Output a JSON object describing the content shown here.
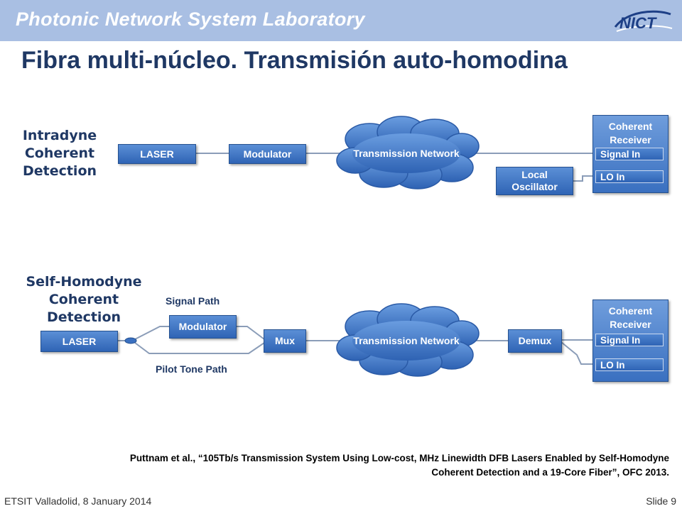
{
  "header": {
    "lab_name": "Photonic Network System Laboratory",
    "logo_text": "NICT"
  },
  "title": "Fibra multi-núcleo. Transmisión auto-homodina",
  "intradyne": {
    "label_lines": [
      "Intradyne",
      "Coherent",
      "Detection"
    ],
    "laser": "LASER",
    "modulator": "Modulator",
    "network": "Transmission Network",
    "local_oscillator_lines": [
      "Local",
      "Oscillator"
    ],
    "receiver_title_lines": [
      "Coherent",
      "Receiver"
    ],
    "signal_in": "Signal In",
    "lo_in": "LO In"
  },
  "self_homodyne": {
    "label_lines": [
      "Self-Homodyne",
      "Coherent",
      "Detection"
    ],
    "laser": "LASER",
    "signal_path": "Signal Path",
    "modulator": "Modulator",
    "pilot_tone_path": "Pilot Tone Path",
    "mux": "Mux",
    "network": "Transmission Network",
    "demux": "Demux",
    "receiver_title_lines": [
      "Coherent",
      "Receiver"
    ],
    "signal_in": "Signal In",
    "lo_in": "LO In"
  },
  "citation_lines": [
    "Puttnam et al., “105Tb/s Transmission System Using Low-cost, MHz Linewidth DFB Lasers Enabled by Self-Homodyne",
    "Coherent Detection and a 19-Core Fiber”, OFC 2013."
  ],
  "footer": {
    "left": "ETSIT Valladolid, 8 January 2014",
    "right": "Slide 9"
  },
  "colors": {
    "banner": "#a9bfe3",
    "title": "#1f3864",
    "box_fill": "#3a70c0",
    "line": "#8b9db8"
  }
}
